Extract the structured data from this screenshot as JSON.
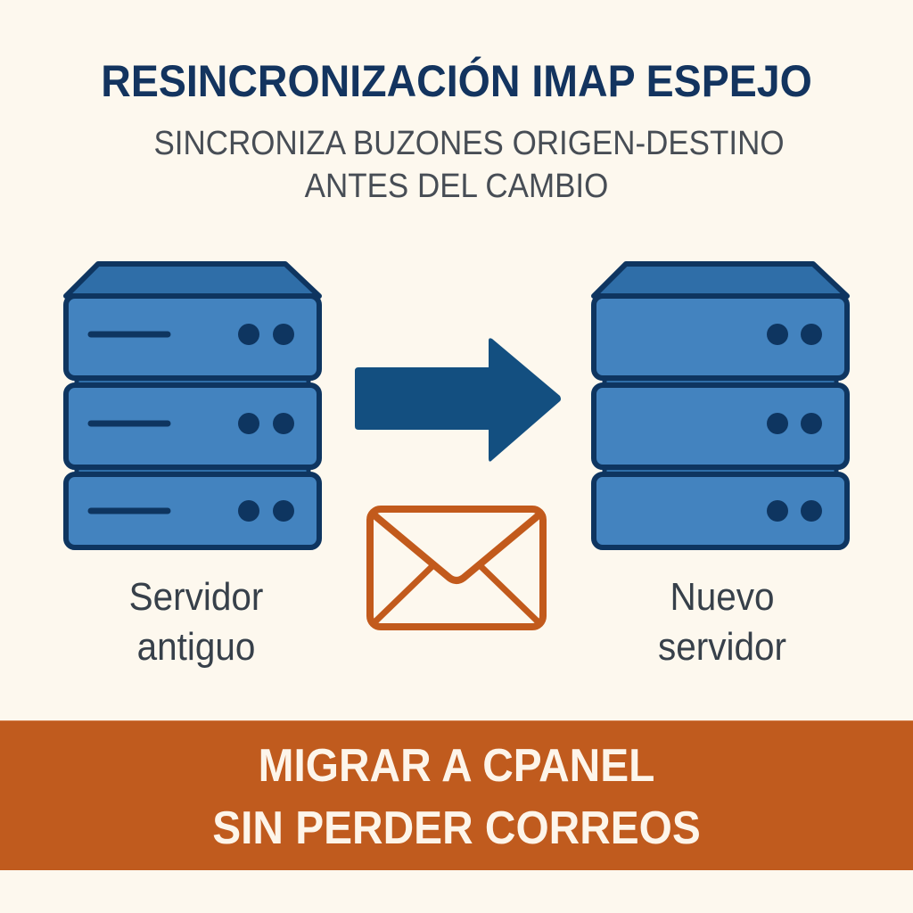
{
  "header": {
    "title": "RESINCRONIZACIÓN IMAP ESPEJO",
    "subtitle_line1": "SINCRONIZA BUZONES ORIGEN-DESTINO",
    "subtitle_line2": "ANTES DEL CAMBIO"
  },
  "diagram": {
    "source_server": {
      "label_line1": "Servidor",
      "label_line2": "antiguo",
      "units": 3
    },
    "target_server": {
      "label_line1": "Nuevo",
      "label_line2": "servidor",
      "units": 3
    },
    "arrow_direction": "right",
    "icon": "envelope-icon"
  },
  "banner": {
    "line1": "MIGRAR A CPANEL",
    "line2": "SIN PERDER CORREOS"
  },
  "colors": {
    "background": "#fdf8ee",
    "title": "#13345f",
    "subtitle": "#474d55",
    "server_fill": "#4383bf",
    "server_outline": "#0e3560",
    "arrow": "#134f80",
    "envelope": "#c25a1c",
    "banner": "#c05b1e",
    "banner_text": "#fdf5ea"
  }
}
